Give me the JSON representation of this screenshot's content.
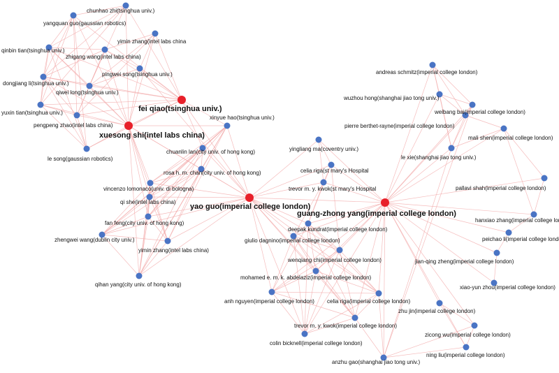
{
  "colors": {
    "hub": "#e8202a",
    "node": "#4a74c4",
    "edge": "#f2a5a5"
  },
  "nodes": [
    {
      "id": "chunhao",
      "label": "chunhao zhi(tsinghua univ.)",
      "hub": false
    },
    {
      "id": "yangquan",
      "label": "yangquan guo(gaussian robotics)",
      "hub": false
    },
    {
      "id": "yiminI",
      "label": "yimin zhang(intel labs china",
      "hub": false
    },
    {
      "id": "qinbin",
      "label": "qinbin tian(tsinghua univ.)",
      "hub": false
    },
    {
      "id": "zhigang",
      "label": "zhigang wang(intel labs china)",
      "hub": false
    },
    {
      "id": "pingwei",
      "label": "pingwei song(tsinghua univ.)",
      "hub": false
    },
    {
      "id": "dongjiang",
      "label": "dongjiang li(tsinghua univ.)",
      "hub": false
    },
    {
      "id": "qiwei",
      "label": "qiwei long(tsinghua univ.)",
      "hub": false
    },
    {
      "id": "feiqiao",
      "label": "fei qiao(tsinghua univ.)",
      "hub": true
    },
    {
      "id": "yuxin",
      "label": "yuxin tian(tsinghua univ.)",
      "hub": false
    },
    {
      "id": "pengpeng",
      "label": "pengpeng zhao(intel labs china)",
      "hub": false
    },
    {
      "id": "xuesong",
      "label": "xuesong shi(intel labs china)",
      "hub": true
    },
    {
      "id": "xinyue",
      "label": "xinyue hao(tsinghua univ.)",
      "hub": false
    },
    {
      "id": "lesong",
      "label": "le song(gaussian robotics)",
      "hub": false
    },
    {
      "id": "chuanlin",
      "label": "chuanlin lan(city univ. of hong kong)",
      "hub": false
    },
    {
      "id": "rosa",
      "label": "rosa h. m. chan(city univ. of hong kong)",
      "hub": false
    },
    {
      "id": "vincenzo",
      "label": "vincenzo lomonaco(univ. di bologna)",
      "hub": false
    },
    {
      "id": "qishe",
      "label": "qi she(intel labs china)",
      "hub": false
    },
    {
      "id": "yaoguo",
      "label": "yao guo(imperial college london)",
      "hub": true
    },
    {
      "id": "fanfeng",
      "label": "fan feng(city univ. of hong kong)",
      "hub": false
    },
    {
      "id": "zhengwei",
      "label": "zhengwei wang(dublin city univ.)",
      "hub": false
    },
    {
      "id": "yiminC",
      "label": "yimin zhang(intel labs china)",
      "hub": false
    },
    {
      "id": "qihan",
      "label": "qihan yang(city univ. of hong kong)",
      "hub": false
    },
    {
      "id": "yingliang",
      "label": "yingliang ma(coventry univ.)",
      "hub": false
    },
    {
      "id": "celiaSM",
      "label": "celia riga(st mary's   Hospital",
      "hub": false
    },
    {
      "id": "trevorSM",
      "label": "trevor m. y. kwok(st mary's   Hospital",
      "hub": false
    },
    {
      "id": "gzyang",
      "label": "guang-zhong yang(imperial college london)",
      "hub": true
    },
    {
      "id": "deepak",
      "label": "deepak kundrat(imperial college london)",
      "hub": false
    },
    {
      "id": "giulio",
      "label": "giulio dagnino(imperial college london)",
      "hub": false
    },
    {
      "id": "wenqiang",
      "label": "wenqiang chi(imperial college london)",
      "hub": false
    },
    {
      "id": "mohamed",
      "label": "mohamed e. m. k. abdelaziz(imperial college london)",
      "hub": false
    },
    {
      "id": "anh",
      "label": "anh nguyen(imperial college london)",
      "hub": false
    },
    {
      "id": "celiaIC",
      "label": "celia riga(imperial college london)",
      "hub": false
    },
    {
      "id": "trevorIC",
      "label": "trevor m. y. kwok(imperial college london)",
      "hub": false
    },
    {
      "id": "colin",
      "label": "colin bicknell(imperial college london)",
      "hub": false
    },
    {
      "id": "anzhu",
      "label": "anzhu gao(shanghai jiao tong univ.)",
      "hub": false
    },
    {
      "id": "andreas",
      "label": "andreas schmitz(imperial college london)",
      "hub": false
    },
    {
      "id": "wuzhou",
      "label": "wuzhou hong(shanghai jiao tong univ.)",
      "hub": false
    },
    {
      "id": "weibang",
      "label": "weibang bai(imperial college london)",
      "hub": false
    },
    {
      "id": "pierre",
      "label": "pierre berthet-rayne(imperial college london)",
      "hub": false
    },
    {
      "id": "malishen",
      "label": "mali shen(imperial college london)",
      "hub": false
    },
    {
      "id": "lexie",
      "label": "le xie(shanghai jiao tong univ.)",
      "hub": false
    },
    {
      "id": "pallavi",
      "label": "pallavi shah(imperial college london)",
      "hub": false
    },
    {
      "id": "hanxiao",
      "label": "hanxiao zhang(imperial college london)",
      "hub": false
    },
    {
      "id": "peichao",
      "label": "peichao li(imperial college london)",
      "hub": false
    },
    {
      "id": "jianqing",
      "label": "jian-qing zheng(imperial college london)",
      "hub": false
    },
    {
      "id": "xiaoyun",
      "label": "xiao-yun zhou(imperial college london)",
      "hub": false
    },
    {
      "id": "zhujin",
      "label": "zhu jin(imperial college london)",
      "hub": false
    },
    {
      "id": "zicong",
      "label": "zicong wu(imperial college london)",
      "hub": false
    },
    {
      "id": "ningliu",
      "label": "ning liu(imperial college london)",
      "hub": false
    }
  ]
}
